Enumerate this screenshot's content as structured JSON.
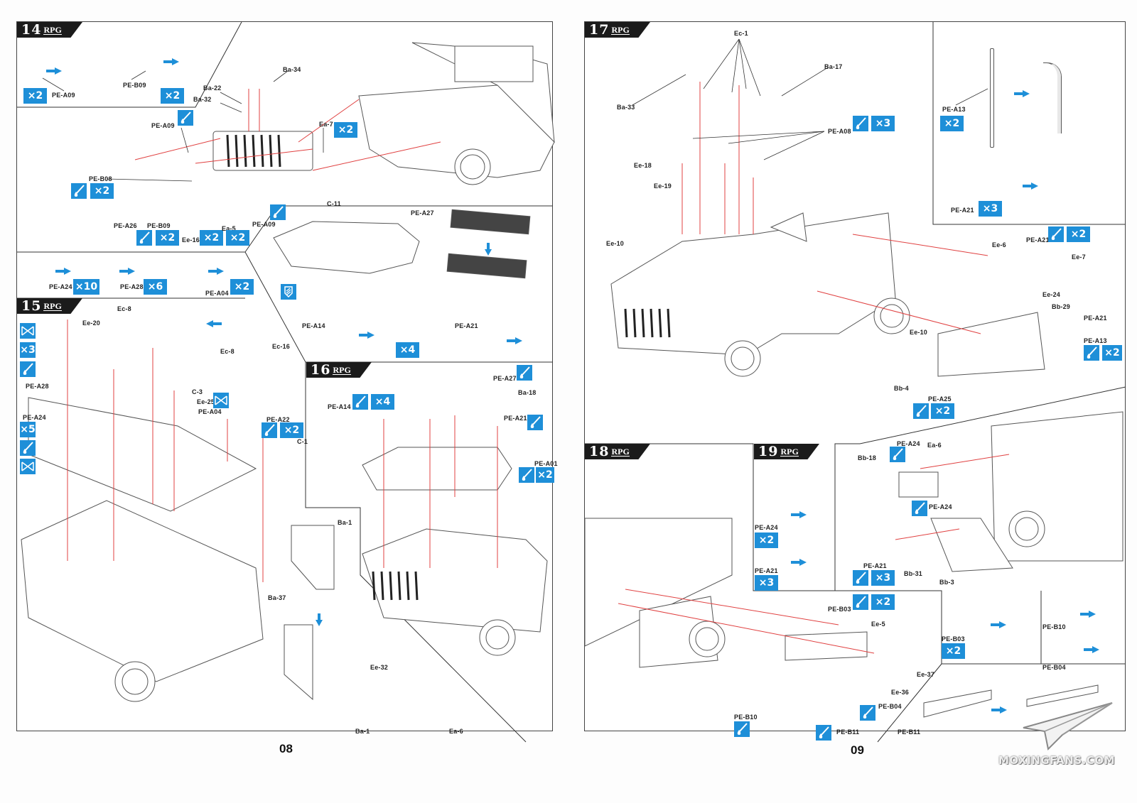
{
  "document": {
    "title": "Assembly instruction manual pages",
    "brand": "RPG",
    "pages": [
      {
        "number": "08",
        "side": "left"
      },
      {
        "number": "09",
        "side": "right"
      }
    ]
  },
  "icons": {
    "glue": "glue-drop-icon",
    "repeat": "multiply-quantity-badge",
    "bend": "bend-fold-icon",
    "optional": "cut-remove-icon",
    "arrow": "blue-arrow-icon"
  },
  "colors": {
    "badge_blue": "#1e8fd8",
    "assembly_arrow_red": "#e04040",
    "header_black": "#1b1b1b"
  },
  "steps": {
    "s14": {
      "number": "14",
      "sub_pe_a09": {
        "label": "PE-A09",
        "qty": "×2"
      },
      "sub_pe_b09": {
        "label": "PE-B09",
        "qty": "×2"
      },
      "labels": {
        "ba34": "Ba-34",
        "ba22": "Ba-22",
        "ba32": "Ba-32",
        "pe_a09_a": "PE-A09",
        "ea7": "Ea-7",
        "ea7_qty": "×2",
        "pe_b08": "PE-B08",
        "pe_b08_qty": "×2",
        "pe_a26": "PE-A26",
        "pe_b09": "PE-B09",
        "pe_b09_qty": "×2",
        "ee16": "Ee-16",
        "ee16_qty": "×2",
        "ea5": "Ea-5",
        "ea5_qty": "×2",
        "pe_a09_b": "PE-A09",
        "c11": "C-11"
      }
    },
    "sub_pe": {
      "pe_a24": {
        "label": "PE-A24",
        "qty": "×10"
      },
      "pe_a28": {
        "label": "PE-A28",
        "qty": "×6"
      },
      "pe_a04": {
        "label": "PE-A04",
        "qty": "×2"
      },
      "pe_a27": {
        "label": "PE-A27"
      },
      "pe_a14": {
        "label": "PE-A14",
        "qty": "×4"
      },
      "pe_a21": {
        "label": "PE-A21"
      }
    },
    "s15": {
      "number": "15",
      "labels": {
        "ec8_a": "Ec-8",
        "ec8_b": "Ec-8",
        "ec16": "Ec-16",
        "ee20": "Ee-20",
        "pe_a28": "PE-A28",
        "pe_a24": "PE-A24",
        "c3": "C-3",
        "ee25": "Ee-25",
        "pe_a04": "PE-A04",
        "pe_a22": "PE-A22",
        "pe_a22_qty": "×2",
        "c1": "C-1",
        "ba37": "Ba-37",
        "ba1_a": "Ba-1",
        "ba1_b": "Ba-1",
        "ee32": "Ee-32",
        "ea6": "Ea-6"
      },
      "side_badges": [
        "×3",
        "×5"
      ]
    },
    "s16": {
      "number": "16",
      "labels": {
        "pe_a27": "PE-A27",
        "ba18": "Ba-18",
        "pe_a14": "PE-A14",
        "pe_a14_qty": "×4",
        "pe_a21": "PE-A21",
        "pe_a01": "PE-A01",
        "pe_a01_qty": "×2"
      }
    },
    "s17": {
      "number": "17",
      "labels": {
        "ec1": "Ec-1",
        "ba17": "Ba-17",
        "ba33": "Ba-33",
        "pe_a08": "PE-A08",
        "pe_a08_qty": "×3",
        "ee18": "Ee-18",
        "ee19": "Ee-19",
        "ee10_a": "Ee-10",
        "ee10_b": "Ee-10",
        "ee6": "Ee-6",
        "pe_a21_a": "PE-A21",
        "pe_a21_a_qty": "×2",
        "ee7": "Ee-7",
        "ee24": "Ee-24",
        "bb29": "Bb-29",
        "pe_a21_b": "PE-A21",
        "pe_a13": "PE-A13",
        "pe_a13_qty": "×2",
        "bb4": "Bb-4",
        "pe_a25": "PE-A25",
        "pe_a25_qty": "×2"
      },
      "sub_pe_a13": {
        "label": "PE-A13",
        "qty": "×2"
      },
      "sub_pe_a21": {
        "label": "PE-A21",
        "qty": "×3"
      }
    },
    "s18": {
      "number": "18",
      "labels": {
        "pe_b03": "PE-B03",
        "pe_b03_qty": "×2",
        "ee5": "Ee-5",
        "ee36": "Ee-36",
        "ee37": "Ee-37",
        "pe_b04": "PE-B04",
        "pe_b10": "PE-B10",
        "pe_b11": "PE-B11",
        "bb18": "Bb-18",
        "pe_a24_a": "PE-A24",
        "ea6": "Ea-6",
        "pe_a24_b": "PE-A24",
        "pe_a21": "PE-A21",
        "pe_a21_qty": "×3",
        "bb31": "Bb-31",
        "bb3": "Bb-3"
      },
      "sub_pe_b03": {
        "label": "PE-B03",
        "qty": "×2"
      },
      "sub_pe_b10": {
        "label": "PE-B10"
      },
      "sub_pe_b04": {
        "label": "PE-B04"
      },
      "sub_pe_b11": {
        "label": "PE-B11"
      }
    },
    "s19": {
      "number": "19",
      "pe_a24": {
        "label": "PE-A24",
        "qty": "×2"
      },
      "pe_a21": {
        "label": "PE-A21",
        "qty": "×3"
      }
    }
  },
  "watermark": {
    "text": "MOXINGFANS.COM"
  }
}
